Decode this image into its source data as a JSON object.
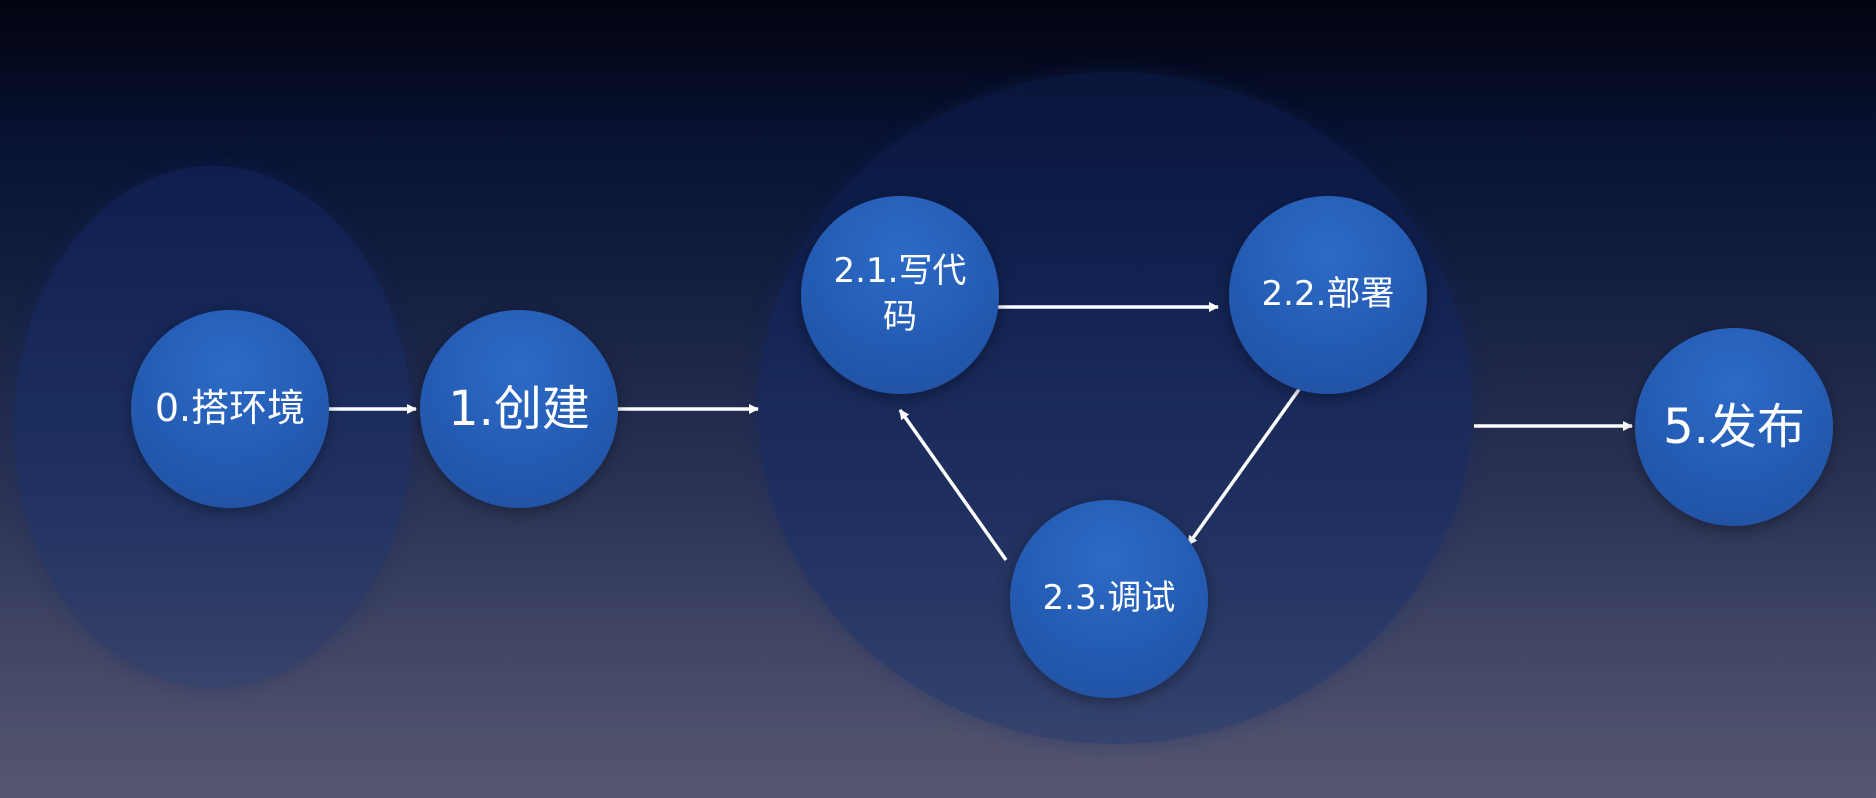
{
  "diagram": {
    "nodes": {
      "setup": {
        "label": "0.搭环境"
      },
      "create": {
        "label": "1.创建"
      },
      "write_code": {
        "label": "2.1.写代码"
      },
      "deploy": {
        "label": "2.2.部署"
      },
      "debug": {
        "label": "2.3.调试"
      },
      "publish": {
        "label": "5.发布"
      }
    },
    "edges": [
      {
        "from": "setup",
        "to": "create"
      },
      {
        "from": "create",
        "to": "development-cycle"
      },
      {
        "from": "write_code",
        "to": "deploy"
      },
      {
        "from": "deploy",
        "to": "debug"
      },
      {
        "from": "debug",
        "to": "write_code"
      },
      {
        "from": "development-cycle",
        "to": "publish"
      }
    ],
    "colors": {
      "node_fill": "#245bb2",
      "arrow": "#ffffff",
      "group_halo": "#1a3470"
    }
  }
}
